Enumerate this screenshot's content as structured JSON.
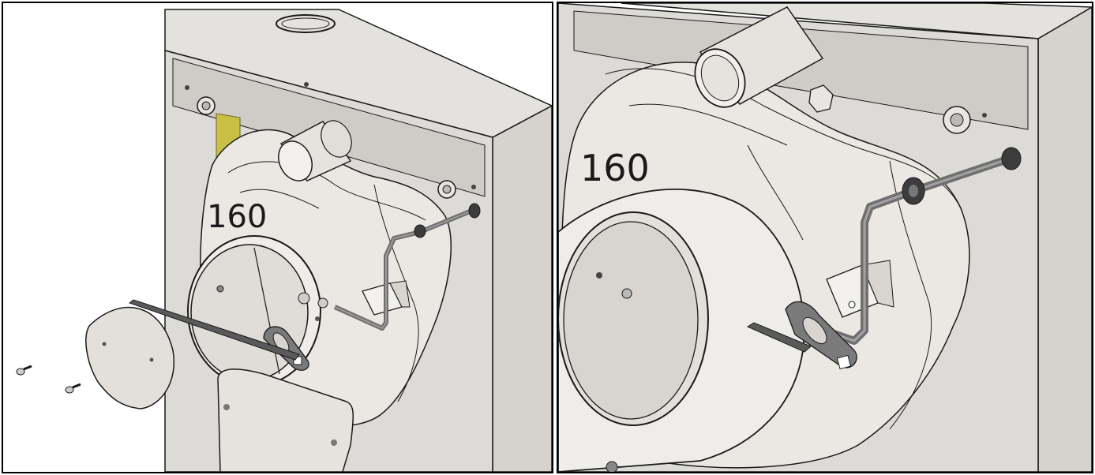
{
  "figure": {
    "panels": [
      {
        "id": "left",
        "callout": "160"
      },
      {
        "id": "right",
        "callout": "160"
      }
    ],
    "colors": {
      "housing": "#e9e6e2",
      "cabinet": "#dddbd7",
      "shadow": "#bfbcb8",
      "rod": "#6f6f6f",
      "dark": "#4a4a4a",
      "yellow": "#c9bf45",
      "outline": "#1a1a1a"
    }
  }
}
